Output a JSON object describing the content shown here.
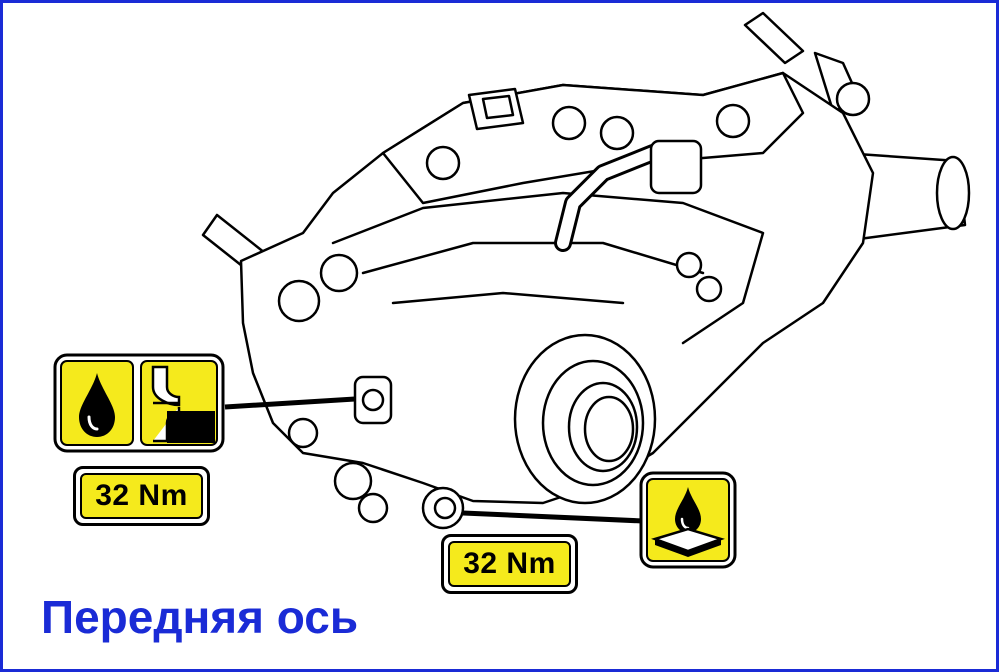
{
  "title": "Передняя ось",
  "callouts": [
    {
      "torque": "32 Nm",
      "icons": [
        "oil-drop-icon",
        "fill-plug-icon"
      ]
    },
    {
      "torque": "32 Nm",
      "icons": [
        "oil-drain-icon"
      ]
    }
  ],
  "colors": {
    "accent": "#1a2bd6",
    "label_fill": "#f5ea1c",
    "outline": "#000000"
  }
}
